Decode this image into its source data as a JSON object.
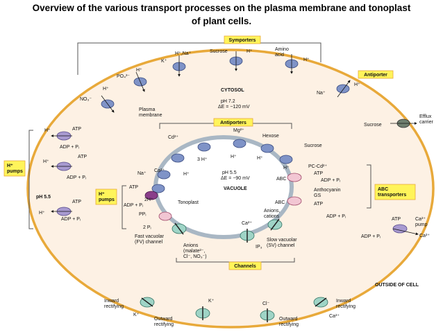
{
  "title": {
    "line1": "Overview of the various transport processes on the plasma membrane and tonoplast",
    "line2": "of plant cells."
  },
  "colors": {
    "membrane": "#e8a93a",
    "cytosol": "#fdf1e4",
    "tonoplast": "#a9b7c4",
    "vacuole": "#ffffff",
    "transporter": "#7f93c7",
    "channel": "#9fd4c6",
    "tag_fill": "#fff45a",
    "pump_purple": "#a89ad0",
    "abc_pink": "#f2c6d3",
    "efflux_gray": "#6f7f6f"
  },
  "labels": {
    "symporters": "Symporters",
    "antiporter_pm": "Antiporter",
    "antiporters_vac": "Antiporters",
    "h_pumps_left": "H⁺\npumps",
    "h_pumps_inner": "H⁺\npumps",
    "abc_transporters": "ABC\ntransporters",
    "channels": "Channels",
    "cytosol": "CYTOSOL",
    "cytosol_ph": "pH 7.2",
    "cytosol_de": "ΔE = −120 mV",
    "vacuole": "VACUOLE",
    "vacuole_ph": "pH 5.5",
    "vacuole_de": "ΔE = −90 mV",
    "outside": "OUTSIDE OF CELL",
    "ph_outside": "pH 5.5",
    "plasma_membrane": "Plasma\nmembrane",
    "tonoplast": "Tonoplast",
    "efflux_carrier": "Efflux\ncarrier",
    "fv_channel": "Fast vacuolar\n(FV) channel",
    "sv_channel": "Slow vacuolar\n(SV) channel",
    "inward_rect_l": "Inward\nrectifying",
    "outward_rect_l": "Outward\nrectifying",
    "inward_rect_r": "Inward\nrectifying",
    "outward_rect_r": "Outward\nrectifying",
    "ca_pump": "Ca²⁺\npump",
    "anions_malate": "Anions\n(malate²⁻,\nCl⁻, NO₃⁻)",
    "anions_cations": "Anions,\ncations"
  },
  "ions": {
    "k": "K⁺",
    "h": "H⁺",
    "h_na": "H⁺,Na⁺",
    "sucrose": "Sucrose",
    "amino_acid": "Amino\nacid",
    "po4": "PO₄³⁻",
    "no3": "NO₃⁻",
    "na": "Na⁺",
    "ca": "Ca²⁺",
    "cd": "Cd²⁺",
    "mg": "Mg²⁺",
    "hexose": "Hexose",
    "three_h": "3 H⁺",
    "two_h": "2H⁺",
    "two_pi": "2 Pᵢ",
    "ppi": "PPᵢ",
    "atp": "ATP",
    "adp_pi": "ADP + Pᵢ",
    "pc_cd": "PC-Cd²⁺",
    "anthocyanin_gs": "Anthocyanin\nGS",
    "abc": "ABC",
    "ip3": "IP₃",
    "cl": "Cl⁻"
  }
}
